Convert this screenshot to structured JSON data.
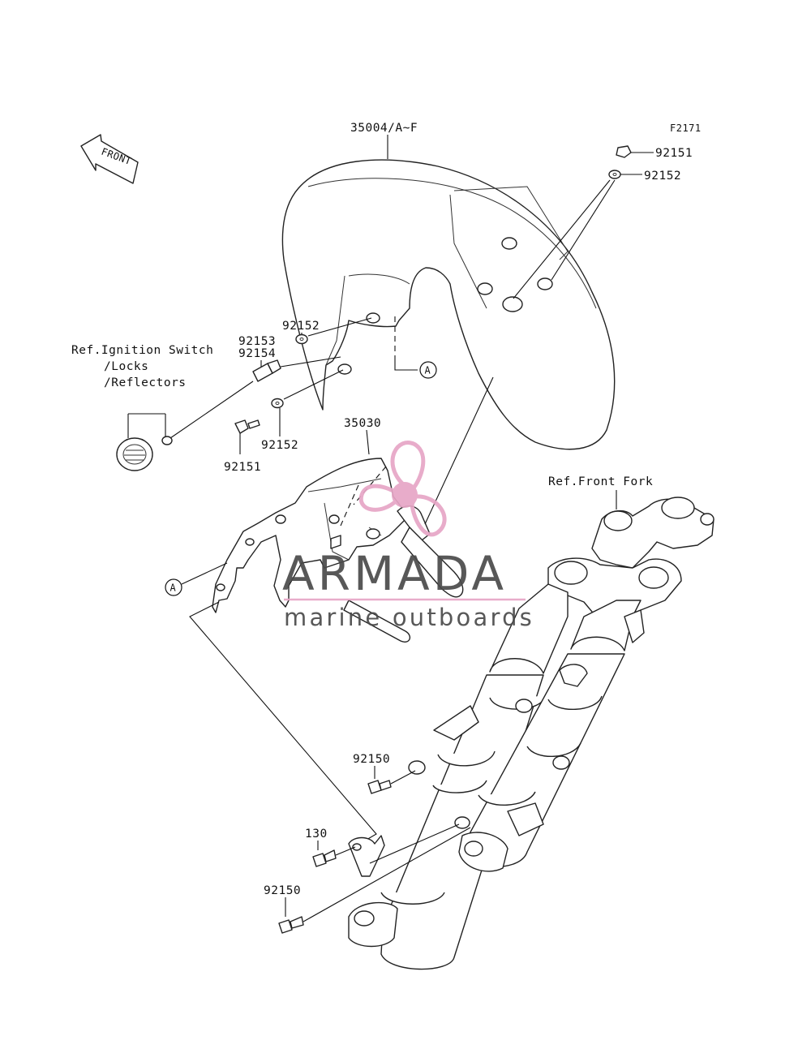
{
  "diagram_code": "F2171",
  "front_label": "FRONT",
  "labels": {
    "fender": "35004/A~F",
    "bracket": "35030",
    "bolt_top": "92151",
    "washer_top": "92152",
    "washer_mid1": "92152",
    "spacer_a": "92153",
    "spacer_b": "92154",
    "washer_mid2": "92152",
    "bolt_mid": "92151",
    "bolt_fork1": "92150",
    "bolt_130": "130",
    "bolt_fork2": "92150",
    "ref_ignition_1": "Ref.Ignition Switch",
    "ref_ignition_2": "/Locks",
    "ref_ignition_3": "/Reflectors",
    "ref_front_fork": "Ref.Front Fork",
    "marker_a": "A"
  },
  "watermark": {
    "brand": "ARMADA",
    "tagline": "marine outboards",
    "color": "#e7a6c6"
  }
}
